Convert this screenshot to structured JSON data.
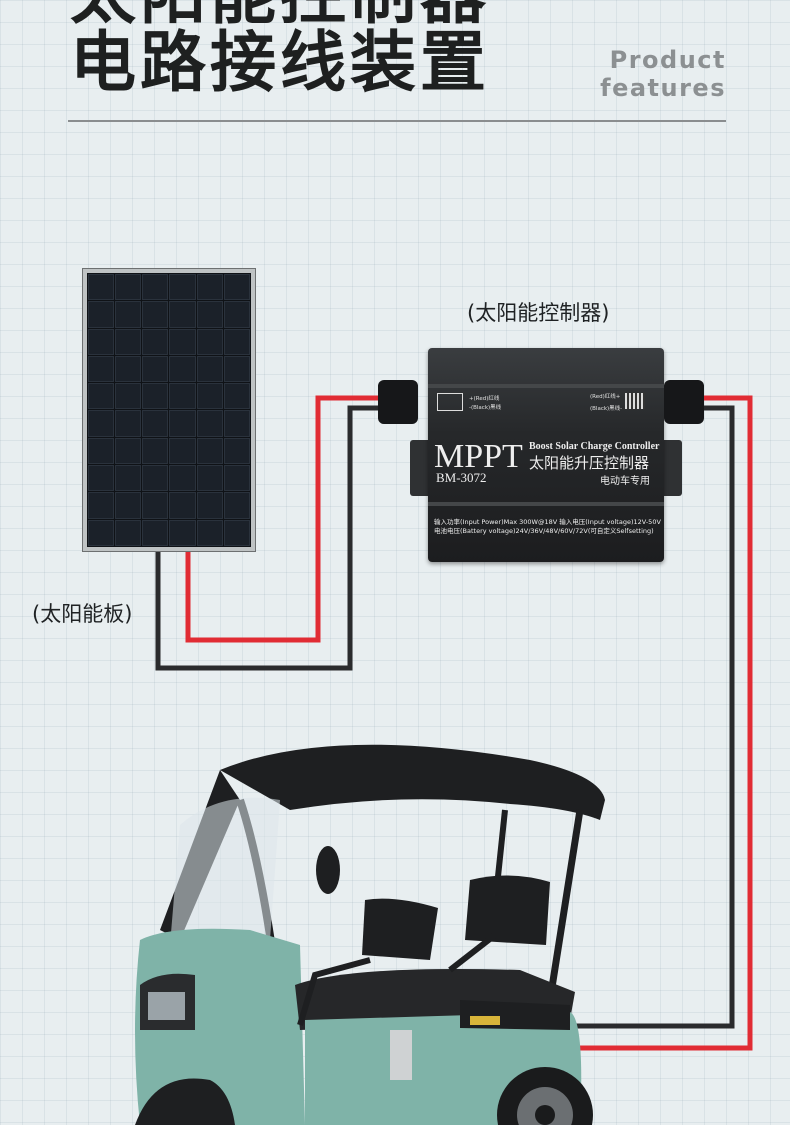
{
  "header": {
    "title_top": "太阳能控制器",
    "title_main": "电路接线装置",
    "en_line1": "Product",
    "en_line2": "features"
  },
  "captions": {
    "solar_panel": "(太阳能板)",
    "controller": "(太阳能控制器)"
  },
  "controller": {
    "brand": "MPPT",
    "model": "BM-3072",
    "subtitle_en": "Boost Solar Charge Controller",
    "subtitle_cn": "太阳能升压控制器",
    "usage": "电动车专用",
    "input_red": "+(Red)红线",
    "input_black": "-(Black)黑线",
    "output_red": "(Red)红线+",
    "output_black": "(Black)黑线-",
    "spec_line1": "输入功率(Input Power)Max 300W@18V  输入电压(Input voltage)12V-50V",
    "spec_line2": "电池电压(Battery voltage)24V/36V/48V/60V/72V(可自定义Selfsetting)"
  },
  "colors": {
    "wire_red": "#e12c34",
    "wire_black": "#2a2b2d",
    "tricycle_body": "#7fb3a8",
    "controller_body": "#2a2c2e"
  },
  "icons": [
    "solar-panel-icon",
    "controller-icon",
    "tricycle-icon"
  ]
}
